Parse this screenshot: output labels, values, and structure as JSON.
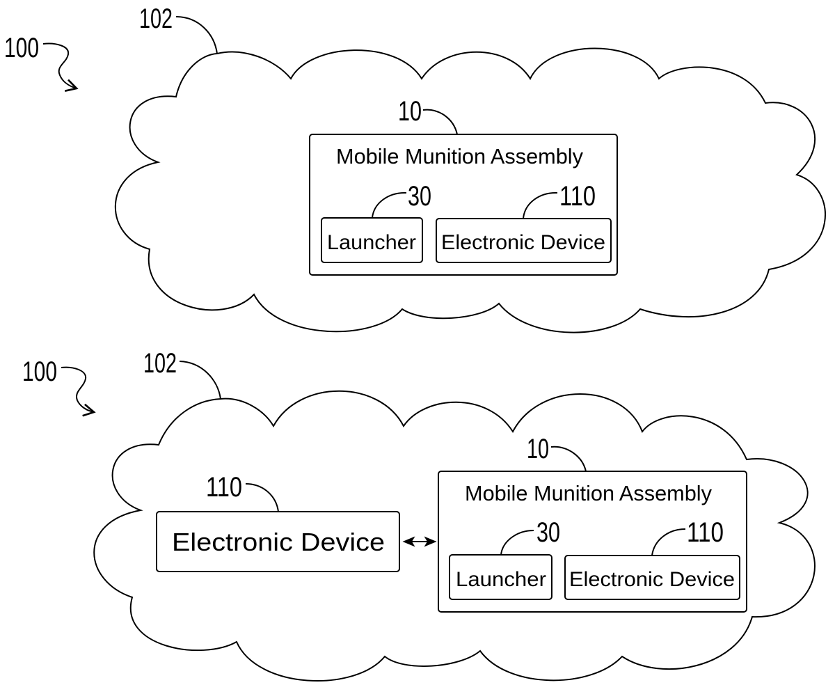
{
  "figures": [
    {
      "system_ref": "100",
      "environment_ref": "102",
      "assembly": {
        "ref": "10",
        "title": "Mobile Munition Assembly",
        "components": [
          {
            "ref": "30",
            "label": "Launcher"
          },
          {
            "ref": "110",
            "label": "Electronic Device"
          }
        ]
      }
    },
    {
      "system_ref": "100",
      "environment_ref": "102",
      "external_device": {
        "ref": "110",
        "label": "Electronic Device"
      },
      "connection": "bidirectional-arrow",
      "assembly": {
        "ref": "10",
        "title": "Mobile Munition Assembly",
        "components": [
          {
            "ref": "30",
            "label": "Launcher"
          },
          {
            "ref": "110",
            "label": "Electronic Device"
          }
        ]
      }
    }
  ]
}
